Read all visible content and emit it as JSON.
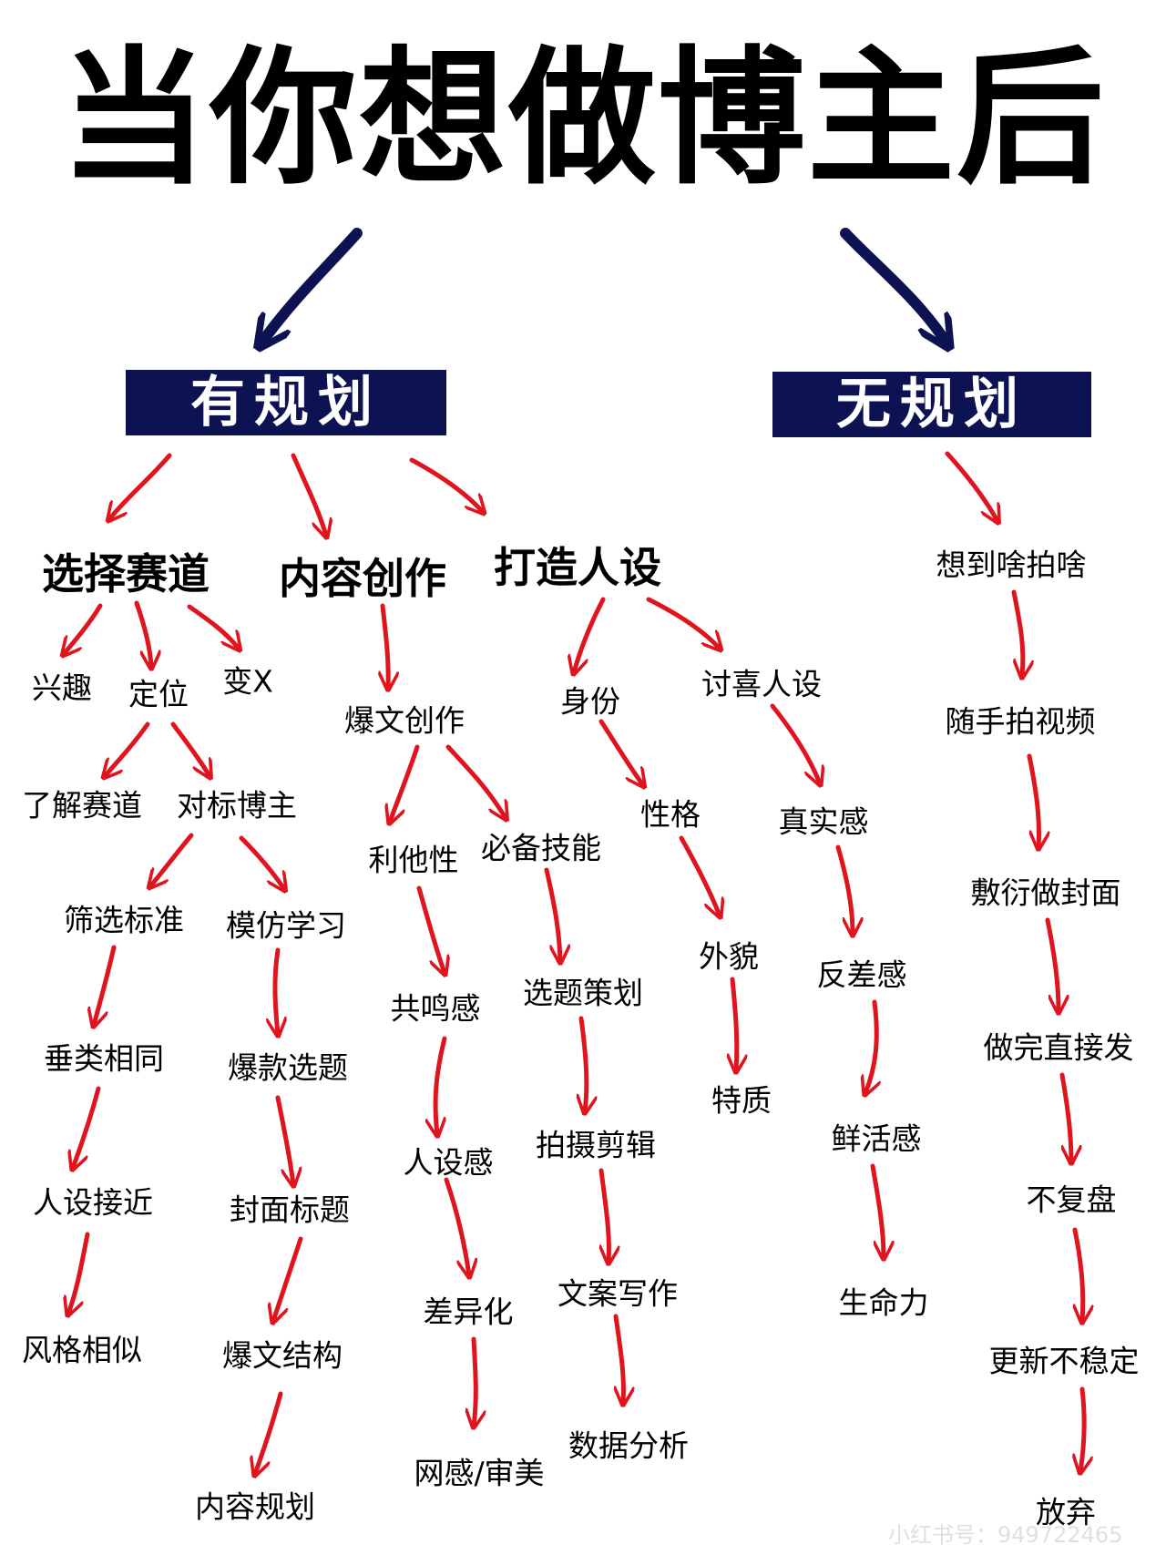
{
  "title": "当你想做博主后",
  "colors": {
    "navy": "#0d1352",
    "arrow_red": "#e0141e",
    "arrow_navy": "#0d1352",
    "text": "#000000"
  },
  "branches": {
    "planned": "有规划",
    "unplanned": "无规划"
  },
  "nodes": {
    "track": "选择赛道",
    "content": "内容创作",
    "persona": "打造人设",
    "interest": "兴趣",
    "position": "定位",
    "monetize": "变X",
    "know_track": "了解赛道",
    "benchmark": "对标博主",
    "criteria": "筛选标准",
    "imitate": "模仿学习",
    "same_vertical": "垂类相同",
    "close_persona": "人设接近",
    "similar_style": "风格相似",
    "hot_topic": "爆款选题",
    "cover_title": "封面标题",
    "viral_structure": "爆文结构",
    "content_plan": "内容规划",
    "viral_creation": "爆文创作",
    "altruism": "利他性",
    "skills": "必备技能",
    "resonance": "共鸣感",
    "persona_sense": "人设感",
    "difference": "差异化",
    "aesthetic": "网感/审美",
    "topic_plan": "选题策划",
    "shoot_edit": "拍摄剪辑",
    "copywriting": "文案写作",
    "data_analysis": "数据分析",
    "identity": "身份",
    "character": "性格",
    "appearance": "外貌",
    "trait": "特质",
    "likable": "讨喜人设",
    "authentic": "真实感",
    "contrast": "反差感",
    "lively": "鲜活感",
    "vitality": "生命力",
    "shoot_whatever": "想到啥拍啥",
    "casual_video": "随手拍视频",
    "sloppy_cover": "敷衍做封面",
    "post_directly": "做完直接发",
    "no_review": "不复盘",
    "unstable": "更新不稳定",
    "give_up": "放弃"
  },
  "watermark": "小红书号：949722465"
}
